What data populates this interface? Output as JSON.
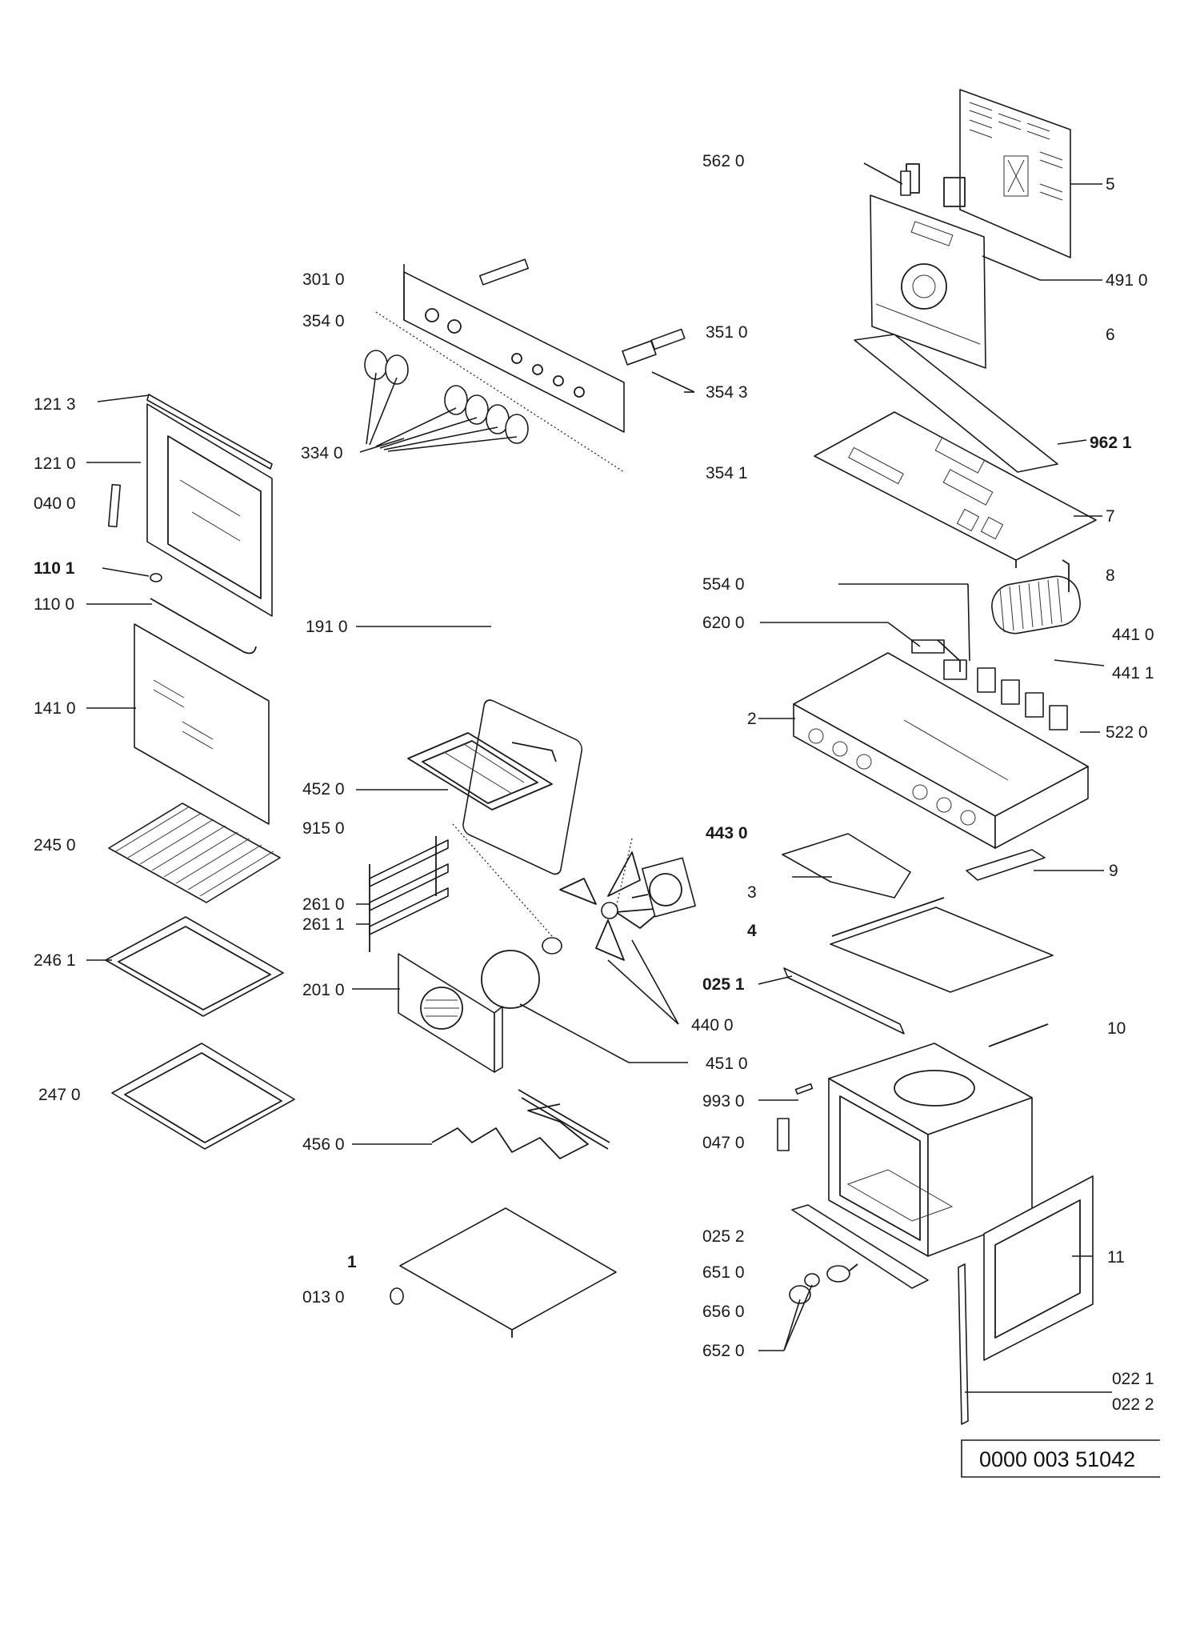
{
  "labels": {
    "l_562_0": "562 0",
    "l_5": "5",
    "l_491_0": "491 0",
    "l_6": "6",
    "l_301_0": "301 0",
    "l_354_0": "354 0",
    "l_351_0": "351 0",
    "l_354_3": "354 3",
    "l_121_3": "121 3",
    "l_121_0": "121 0",
    "l_334_0": "334 0",
    "l_962_1": "962 1",
    "l_354_1": "354 1",
    "l_040_0": "040 0",
    "l_7": "7",
    "l_110_1": "110  1",
    "l_554_0": "554 0",
    "l_8": "8",
    "l_110_0": "110 0",
    "l_620_0": "620 0",
    "l_191_0": "191 0",
    "l_441_0": "441 0",
    "l_441_1": "441 1",
    "l_141_0": "141 0",
    "l_2": "2",
    "l_522_0": "522 0",
    "l_452_0": "452 0",
    "l_915_0": "915 0",
    "l_443_0": "443 0",
    "l_245_0": "245 0",
    "l_9": "9",
    "l_3": "3",
    "l_261_0": "261 0",
    "l_261_1": "261 1",
    "l_4": "4",
    "l_246_1": "246 1",
    "l_025_1": "025 1",
    "l_201_0": "201 0",
    "l_440_0": "440 0",
    "l_10": "10",
    "l_451_0": "451 0",
    "l_247_0": "247 0",
    "l_993_0": "993 0",
    "l_456_0": "456 0",
    "l_047_0": "047 0",
    "l_025_2": "025 2",
    "l_11": "11",
    "l_1": "1",
    "l_651_0": "651 0",
    "l_013_0": "013 0",
    "l_656_0": "656 0",
    "l_652_0": "652 0",
    "l_022_1": "022 1",
    "l_022_2": "022 2"
  },
  "document_id": "0000 003 51042"
}
